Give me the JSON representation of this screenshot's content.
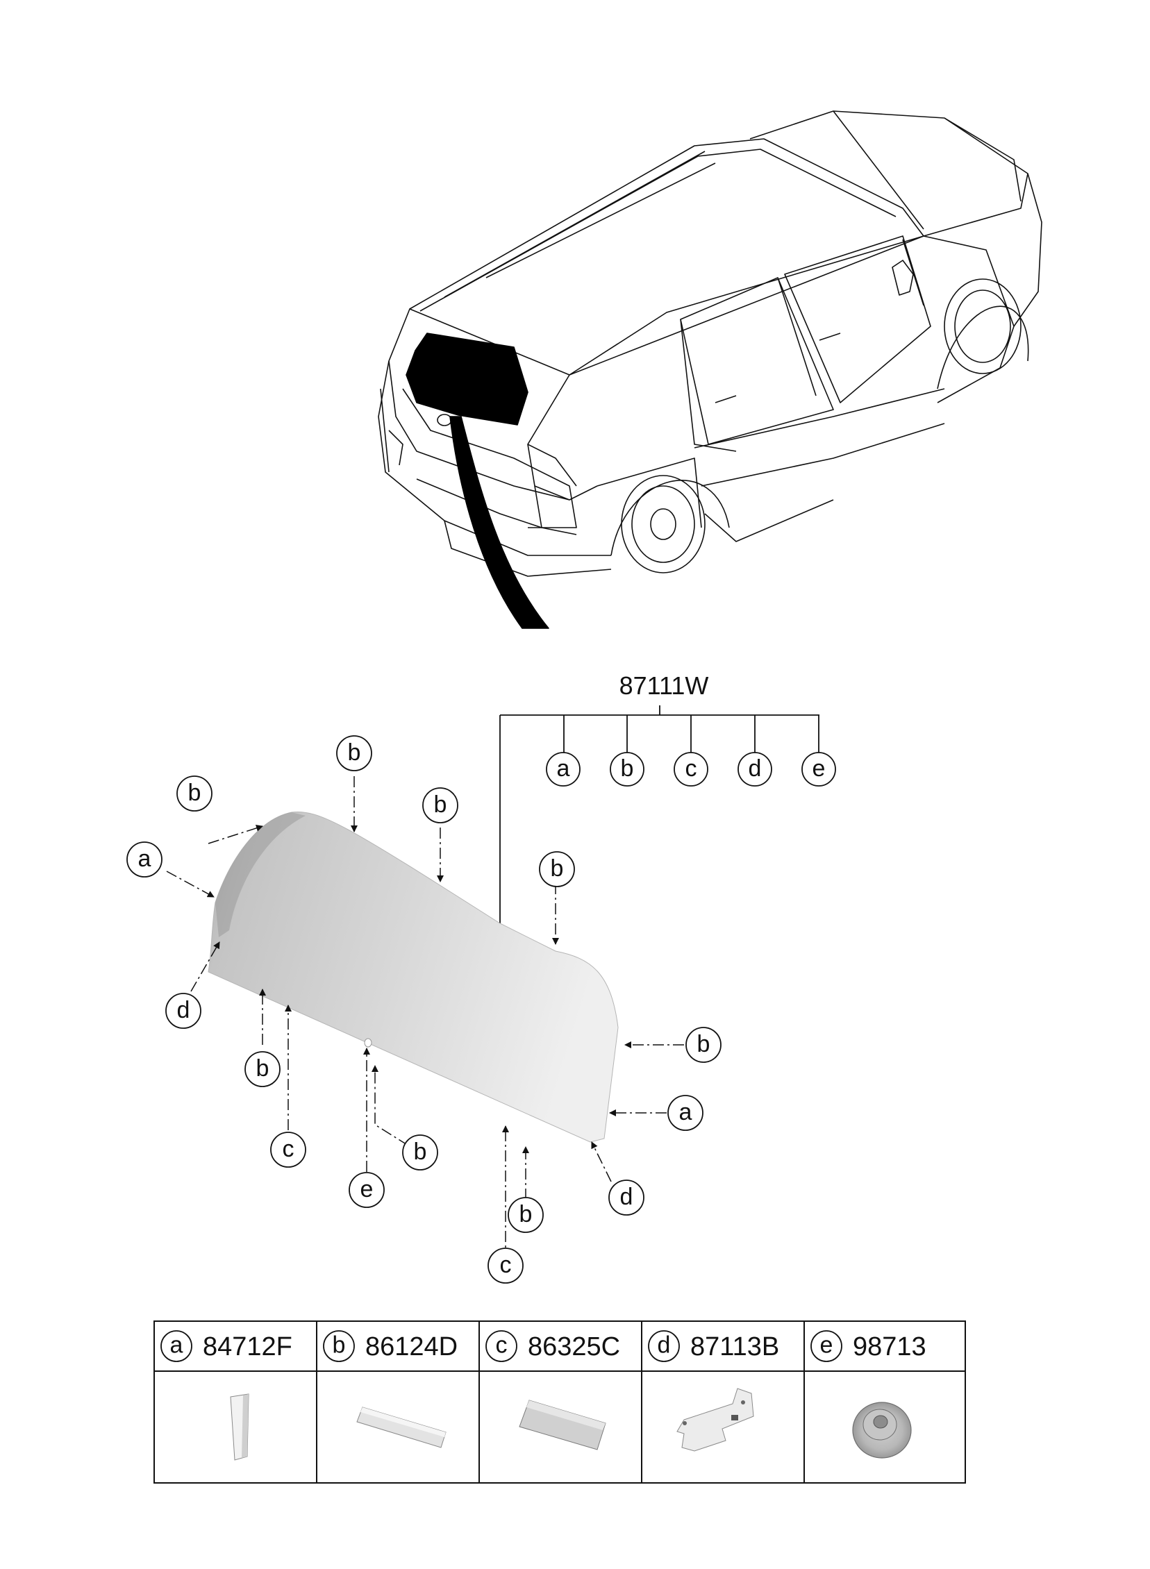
{
  "assembly": {
    "part_number": "87111W"
  },
  "assembly_callouts": [
    "a",
    "b",
    "c",
    "d",
    "e"
  ],
  "callouts": [
    {
      "id": "cb1",
      "letter": "b"
    },
    {
      "id": "cb2",
      "letter": "b"
    },
    {
      "id": "cb3",
      "letter": "b"
    },
    {
      "id": "ca1",
      "letter": "a"
    },
    {
      "id": "cb4",
      "letter": "b"
    },
    {
      "id": "cd1",
      "letter": "d"
    },
    {
      "id": "cb5",
      "letter": "b"
    },
    {
      "id": "cc1",
      "letter": "c"
    },
    {
      "id": "cb6",
      "letter": "b"
    },
    {
      "id": "ce1",
      "letter": "e"
    },
    {
      "id": "cb7",
      "letter": "b"
    },
    {
      "id": "ca2",
      "letter": "a"
    },
    {
      "id": "cd2",
      "letter": "d"
    },
    {
      "id": "cb8",
      "letter": "b"
    },
    {
      "id": "cc2",
      "letter": "c"
    }
  ],
  "legend": [
    {
      "letter": "a",
      "code": "84712F",
      "part": "molding-strip"
    },
    {
      "letter": "b",
      "code": "86124D",
      "part": "spacer-tape"
    },
    {
      "letter": "c",
      "code": "86325C",
      "part": "dam-block"
    },
    {
      "letter": "d",
      "code": "87113B",
      "part": "bracket-clip"
    },
    {
      "letter": "e",
      "code": "98713",
      "part": "grommet"
    }
  ],
  "colors": {
    "line": "#111111",
    "glass_light": "#eeeeee",
    "glass_dark": "#b9b9b9",
    "window_black": "#000000"
  }
}
